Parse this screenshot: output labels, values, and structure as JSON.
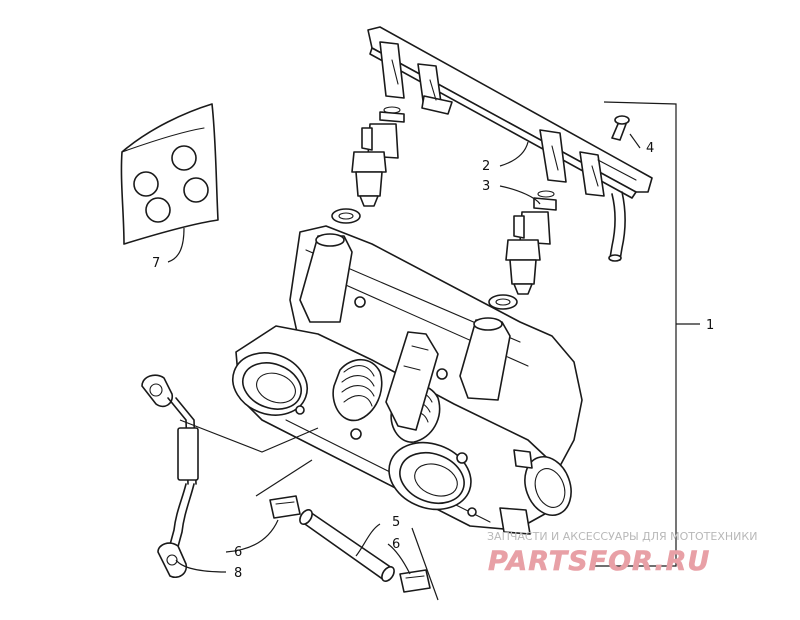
{
  "callouts": {
    "c1": "1",
    "c2": "2",
    "c3": "3",
    "c4": "4",
    "c5": "5",
    "c6a": "6",
    "c6b": "6",
    "c7": "7",
    "c8": "8"
  },
  "watermark": {
    "caption": "ЗАПЧАСТИ И АКСЕССУАРЫ ДЛЯ МОТОТЕХНИКИ",
    "logo": "PARTSFOR.RU"
  },
  "colors": {
    "line": "#1a1a1a",
    "background": "#ffffff",
    "watermark_logo": "#e8a0a6",
    "watermark_text": "#b8b8b8"
  }
}
